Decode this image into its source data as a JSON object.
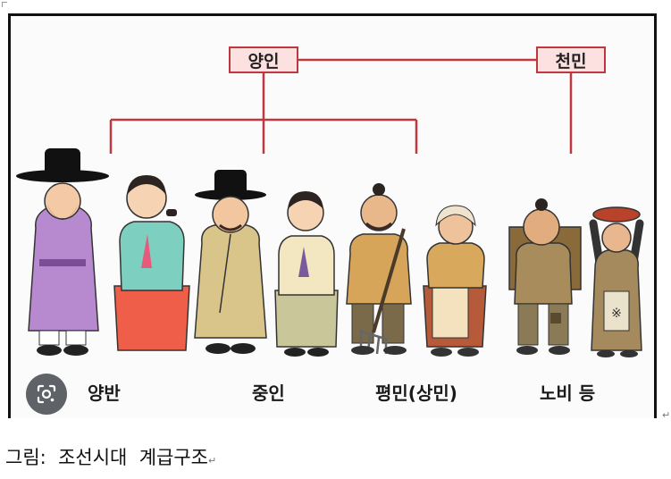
{
  "diagram": {
    "classes": {
      "yangin": "양인",
      "cheonmin": "천민"
    },
    "groups": {
      "yangban": "양반",
      "jungin": "중인",
      "pyeongmin": "평민(상민)",
      "nobi": "노비 등"
    }
  },
  "caption": "그림:  조선시대  계급구조",
  "marks": {
    "paragraph": "↵"
  },
  "colors": {
    "connector": "#c0383f",
    "box_fill": "#fde0e0",
    "frame": "#111111",
    "lens_button": "#5f6368"
  },
  "icons": {
    "lens": "google-lens-icon"
  }
}
